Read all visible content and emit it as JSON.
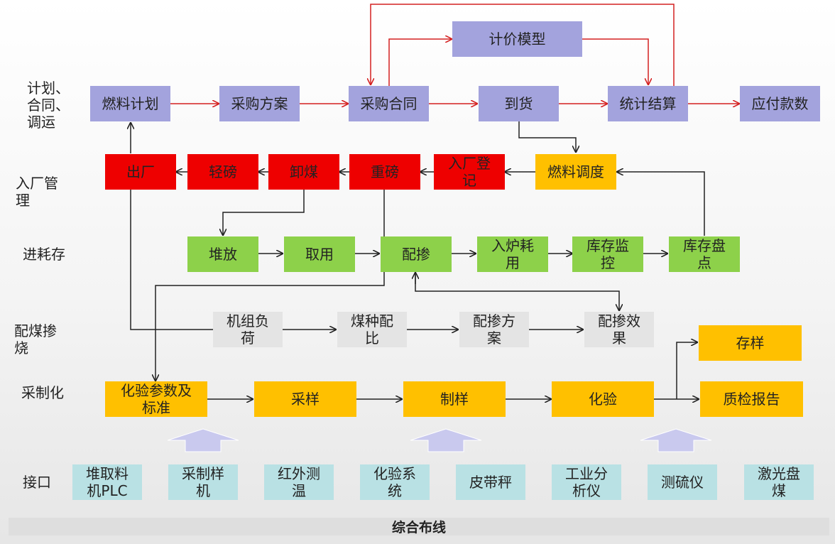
{
  "row_labels": [
    "计划、\n合同、\n调运",
    "入厂管\n理",
    "进耗存",
    "配煤掺\n烧",
    "采制化",
    "接口"
  ],
  "plan_row": [
    "燃料计划",
    "采购方案",
    "采购合同",
    "到货",
    "统计结算",
    "应付款数"
  ],
  "pricing_model": "计价模型",
  "entry_row": [
    "出厂",
    "轻磅",
    "卸煤",
    "重磅",
    "入厂登\n记",
    "燃料调度"
  ],
  "storage_row": [
    "堆放",
    "取用",
    "配掺",
    "入炉耗\n用",
    "库存监\n控",
    "库存盘\n点"
  ],
  "blending_row": [
    "机组负\n荷",
    "煤种配\n比",
    "配掺方\n案",
    "配掺效\n果"
  ],
  "sampling_row": [
    "化验参数及\n标准",
    "采样",
    "制样",
    "化验"
  ],
  "sample_outputs": [
    "存样",
    "质检报告"
  ],
  "interfaces": [
    "堆取料\n机PLC",
    "采制样\n机",
    "红外测\n温",
    "化验系\n统",
    "皮带秤",
    "工业分\n析仪",
    "测硫仪",
    "激光盘\n煤"
  ],
  "footer": "综合布线",
  "colors": {
    "plan": "#a3a3dd",
    "entry": "#ee0000",
    "storage": "#8dd14a",
    "sampling": "#ffc000",
    "blend": "#e4e4e4",
    "interface": "#b9e1e4",
    "red_line": "#d42020"
  }
}
